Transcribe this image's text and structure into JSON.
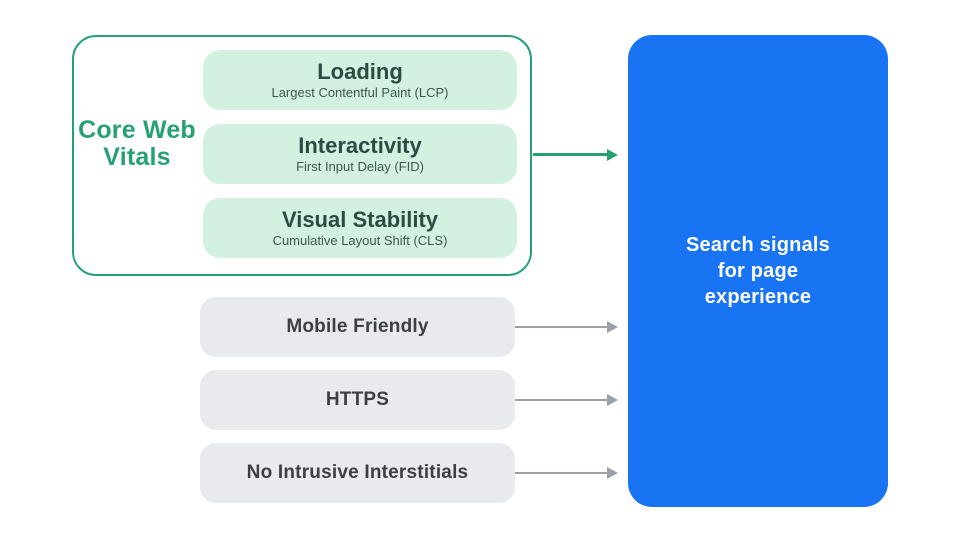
{
  "colors": {
    "green": "#27A173",
    "mint": "#D3F1E0",
    "dark_green_text": "#2A4C42",
    "sub_green_text": "#3E564D",
    "gray_fill": "#E8EAED",
    "gray_text": "#3C4043",
    "gray_arrow": "#9AA0A6",
    "blue": "#1874F2",
    "white": "#FFFFFF"
  },
  "core_web_vitals": {
    "label": "Core Web Vitals",
    "items": [
      {
        "title": "Loading",
        "subtitle": "Largest Contentful Paint (LCP)"
      },
      {
        "title": "Interactivity",
        "subtitle": "First Input Delay (FID)"
      },
      {
        "title": "Visual Stability",
        "subtitle": "Cumulative Layout Shift (CLS)"
      }
    ]
  },
  "other_signals": [
    {
      "label": "Mobile Friendly"
    },
    {
      "label": "HTTPS"
    },
    {
      "label": "No Intrusive Interstitials"
    }
  ],
  "result_box": {
    "lines": [
      "Search signals",
      "for page",
      "experience"
    ]
  }
}
